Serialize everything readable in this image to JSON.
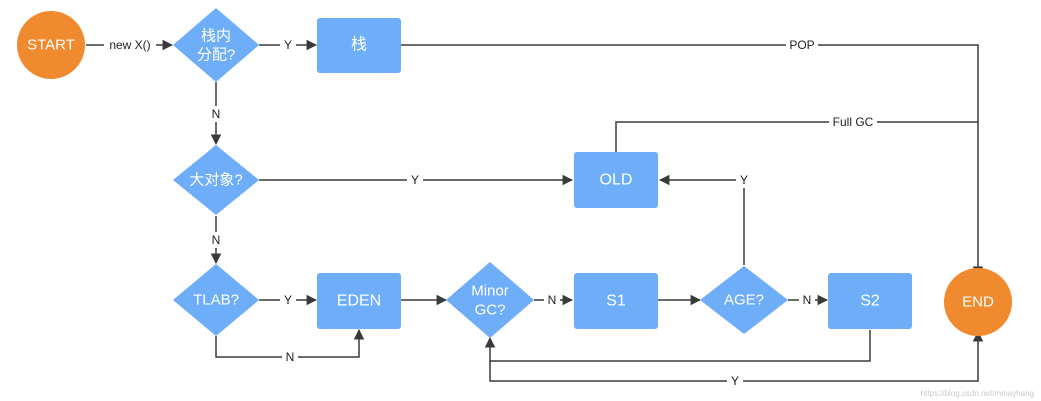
{
  "nodes": {
    "start": "START",
    "end": "END",
    "stack_decision_line1": "栈内",
    "stack_decision_line2": "分配?",
    "stack": "栈",
    "big_object_decision": "大对象?",
    "old": "OLD",
    "tlab_decision": "TLAB?",
    "eden": "EDEN",
    "minor_gc_line1": "Minor",
    "minor_gc_line2": "GC?",
    "s1": "S1",
    "age_decision": "AGE?",
    "s2": "S2"
  },
  "edges": {
    "new_x": "new X()",
    "stack_yes": "Y",
    "stack_no": "N",
    "pop": "POP",
    "full_gc": "Full GC",
    "big_yes": "Y",
    "big_no": "N",
    "tlab_yes": "Y",
    "tlab_no": "N",
    "minor_no": "N",
    "age_yes": "Y",
    "age_no": "N",
    "bottom_yes": "Y"
  },
  "watermark": "https://blog.csdn.net/mmayhang",
  "colors": {
    "terminal": "#F08A2E",
    "process": "#6EADF7",
    "decision": "#6EADF7",
    "edge": "#3A3A3A"
  }
}
